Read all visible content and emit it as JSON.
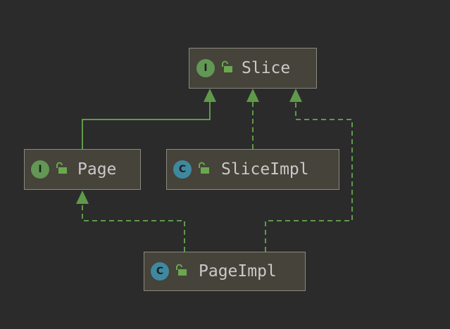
{
  "colors": {
    "background": "#2b2b2b",
    "node_fill": "#45433a",
    "node_border": "#8a8a80",
    "interface_badge": "#629755",
    "class_badge": "#3f89a0",
    "lock": "#6aa84f",
    "arrow": "#5f9a4a",
    "text": "#c9c9c9"
  },
  "icons": {
    "interface": "interface-badge-icon",
    "class": "class-badge-icon",
    "visibility": "open-lock-icon"
  },
  "nodes": {
    "slice": {
      "name": "Slice",
      "kind": "interface",
      "badge": "I"
    },
    "page": {
      "name": "Page",
      "kind": "interface",
      "badge": "I"
    },
    "slice_impl": {
      "name": "SliceImpl",
      "kind": "class",
      "badge": "C"
    },
    "page_impl": {
      "name": "PageImpl",
      "kind": "class",
      "badge": "C"
    }
  },
  "relations": [
    {
      "from": "page",
      "to": "slice",
      "type": "extends",
      "style": "solid"
    },
    {
      "from": "slice_impl",
      "to": "slice",
      "type": "implements",
      "style": "dashed"
    },
    {
      "from": "page_impl",
      "to": "page",
      "type": "implements",
      "style": "dashed"
    },
    {
      "from": "page_impl",
      "to": "slice",
      "type": "implements",
      "style": "dashed"
    }
  ]
}
